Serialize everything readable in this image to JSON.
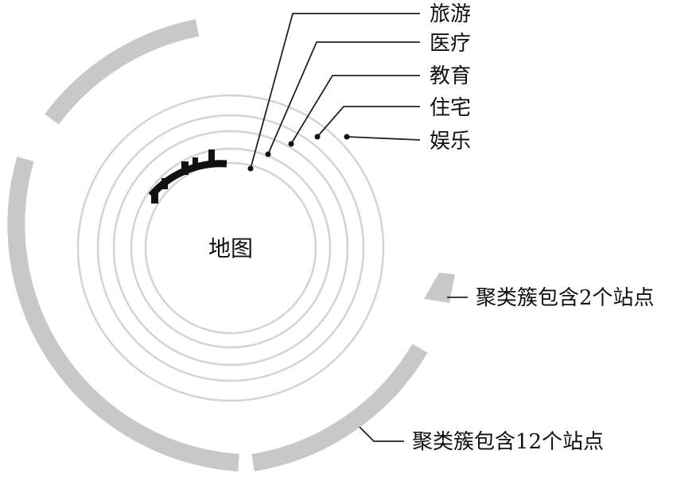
{
  "center": {
    "label": "地图"
  },
  "rings": [
    {
      "label": "旅游"
    },
    {
      "label": "医疗"
    },
    {
      "label": "教育"
    },
    {
      "label": "住宅"
    },
    {
      "label": "娱乐"
    }
  ],
  "clusters": [
    {
      "label": "聚类簇包含2个站点"
    },
    {
      "label": "聚类簇包含12个站点"
    }
  ],
  "colors": {
    "ring_stroke": "#d4d4d4",
    "arc_fill": "#c8c8c8",
    "leader_line": "#222222",
    "marker": "#111111",
    "text": "#111111"
  }
}
